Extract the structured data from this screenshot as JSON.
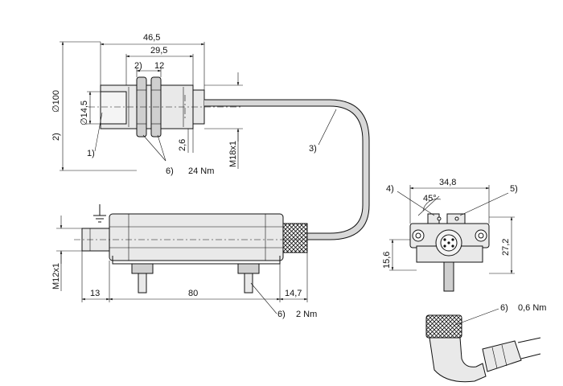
{
  "top_sensor": {
    "dim_overall": "46,5",
    "dim_thread_length": "29,5",
    "dim_nut_note": "2)",
    "dim_nut_width": "12",
    "dim_diameter_face": "∅14,5",
    "dim_diameter_large": "∅100",
    "dim_side_note": "2)",
    "dim_small": "2,6",
    "dim_thread": "M18x1",
    "callout_1": "1)",
    "callout_3": "3)",
    "callout_6": "6)",
    "torque": "24 Nm"
  },
  "amplifier": {
    "dim_thread": "M12x1",
    "dim_left": "13",
    "dim_middle": "80",
    "dim_right": "14,7",
    "callout_6": "6)",
    "torque": "2 Nm"
  },
  "end_view": {
    "dim_width": "34,8",
    "dim_angle": "45°",
    "dim_left_height": "15,6",
    "dim_right_height": "27,2",
    "callout_4": "4)",
    "callout_5": "5)"
  },
  "connector": {
    "callout_6": "6)",
    "torque": "0,6 Nm"
  }
}
